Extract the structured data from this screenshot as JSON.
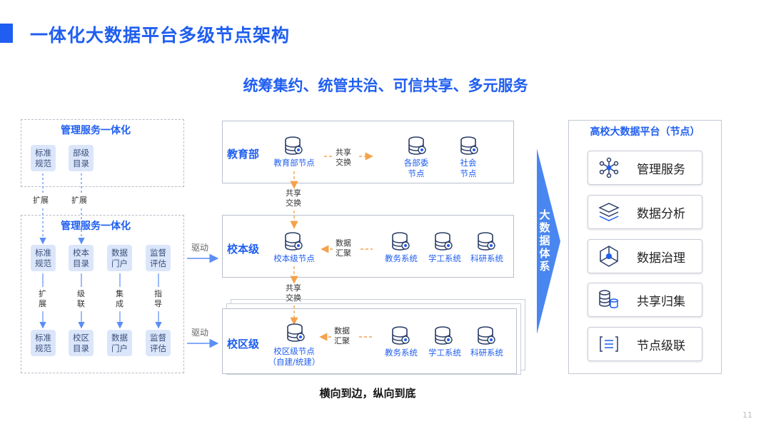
{
  "title": "一体化大数据平台多级节点架构",
  "subtitle": "统筹集约、统管共治、可信共享、多元服务",
  "bottom_caption": "横向到边，纵向到底",
  "page_number": "11",
  "left": {
    "top_group": {
      "title": "管理服务一体化",
      "chips": [
        "标准\n规范",
        "部级\n目录"
      ]
    },
    "expand_labels": [
      "扩展",
      "扩展"
    ],
    "bottom_group": {
      "title": "管理服务一体化",
      "row1": [
        "标准\n规范",
        "校本\n目录",
        "数据\n门户",
        "监督\n评估"
      ],
      "connectors": [
        "扩\n展",
        "级\n联",
        "集\n成",
        "指\n导"
      ],
      "row2": [
        "标准\n规范",
        "校区\n目录",
        "数据\n门户",
        "监督\n评估"
      ]
    },
    "drive_labels": [
      "驱动",
      "驱动"
    ]
  },
  "middle": {
    "edu": {
      "label": "教育部",
      "main_node": "教育部节点",
      "exchange": "共享\n交换",
      "nodes": [
        "各部委\n节点",
        "社会\n节点"
      ]
    },
    "between1": "共享\n交换",
    "school": {
      "label": "校本级",
      "main_node": "校本级节点",
      "gather": "数据\n汇聚",
      "systems": [
        "教务系统",
        "学工系统",
        "科研系统"
      ]
    },
    "between2": "共享\n交换",
    "campus": {
      "label": "校区级",
      "main_node": "校区级节点\n（自建/统建）",
      "gather": "数据\n汇聚",
      "systems": [
        "教务系统",
        "学工系统",
        "科研系统"
      ]
    }
  },
  "arrow_text": "大\n数\n据\n体\n系",
  "right": {
    "title": "高校大数据平台（节点）",
    "services": [
      {
        "label": "管理服务",
        "icon": "network-hub-icon"
      },
      {
        "label": "数据分析",
        "icon": "layers-icon"
      },
      {
        "label": "数据治理",
        "icon": "hexagon-network-icon"
      },
      {
        "label": "共享归集",
        "icon": "database-share-icon"
      },
      {
        "label": "节点级联",
        "icon": "bracket-list-icon"
      }
    ]
  },
  "colors": {
    "accent": "#1f5ef0",
    "chip_bg": "#dbe6fb",
    "orange": "#f5a24b"
  }
}
